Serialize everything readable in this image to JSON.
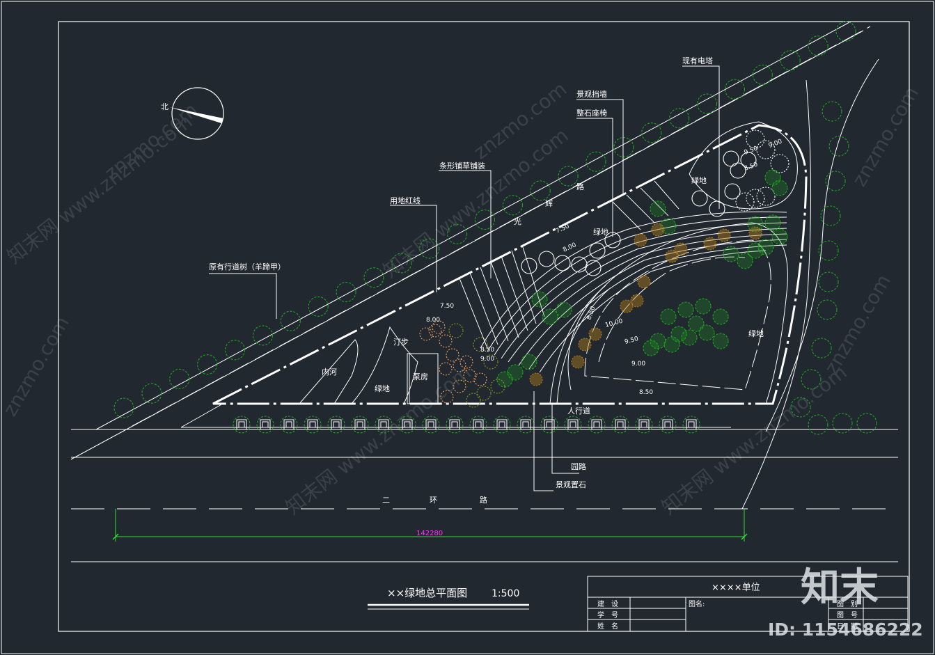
{
  "colors": {
    "background": "#212830",
    "line": "#ffffff",
    "tree_green": "#1fa51f",
    "tree_orange": "#f0a060",
    "tree_brown": "#b07a1a",
    "tree_olive": "#8a9a20",
    "dimension": "#33dd33",
    "dimension_text": "#ff33ff",
    "watermark": "#c8ccd2"
  },
  "compass": {
    "north_label": "北"
  },
  "roads": {
    "guanghui": [
      "光",
      "辉",
      "路"
    ],
    "erhuan": [
      "二",
      "环",
      "路"
    ]
  },
  "labels": {
    "existing_street_trees": "原有行道树（羊蹄甲）",
    "red_line": "用地红线",
    "strip_lawn_paving": "条形铺草铺装",
    "landscape_retaining_wall": "景观挡墙",
    "stone_bench": "整石座椅",
    "existing_power_tower": "现有电塔",
    "wade_step": "汀步",
    "inner_river": "内河",
    "pump_room": "泵房",
    "greenland_left": "绿地",
    "greenland_top": "绿地",
    "greenland_mid": "绿地",
    "greenland_right": "绿地",
    "sidewalk": "人行道",
    "garden_path": "园路",
    "landscape_stone": "景观置石"
  },
  "elevations": [
    "7.50",
    "8.00",
    "7.50",
    "8.00",
    "8.50",
    "9.00",
    "8.50",
    "9.50",
    "10.00",
    "9.50",
    "9.00",
    "8.50",
    "9.00",
    "8.50"
  ],
  "dimension": {
    "value": "142280"
  },
  "title": {
    "text": "××绿地总平面图",
    "scale": "1:500"
  },
  "title_block": {
    "unit": "××××单位",
    "drawing_name_label": "图名:",
    "rows": [
      {
        "label": "建　设",
        "right_label": "图　别"
      },
      {
        "label": "学　号",
        "right_label": "图　号"
      },
      {
        "label": "姓　名",
        "right_label": "日　期"
      }
    ]
  },
  "watermark": {
    "site": "znzmo.com",
    "site_full": "知末网 www.znzmo.com",
    "brand": "知末",
    "id": "ID: 1154686222"
  }
}
